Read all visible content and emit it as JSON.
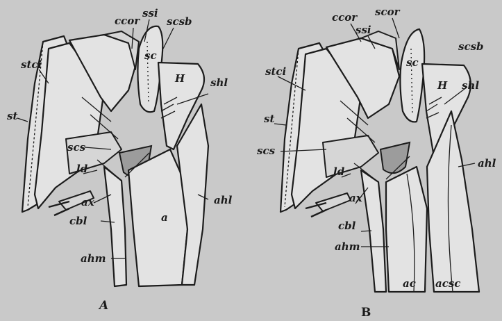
{
  "panel_a": {
    "caption": "A",
    "labels": {
      "ccor": "ccor",
      "ssi": "ssi",
      "scsb": "scsb",
      "stci": "stci",
      "sc": "sc",
      "H": "H",
      "shl": "shl",
      "st": "st",
      "scs": "scs",
      "ld": "ld",
      "ax": "ax",
      "ahl": "ahl",
      "cbl": "cbl",
      "a": "a",
      "ahm": "ahm"
    }
  },
  "panel_b": {
    "caption": "B",
    "labels": {
      "ccor": "ccor",
      "ssi": "ssi",
      "scor": "scor",
      "scsb": "scsb",
      "stci": "stci",
      "sc": "sc",
      "H": "H",
      "shl": "shl",
      "st": "st",
      "scs": "scs",
      "ld": "ld",
      "ax": "ax",
      "ahl": "ahl",
      "cbl": "cbl",
      "ahm": "ahm",
      "ac": "ac",
      "acsc": "acsc"
    }
  },
  "colors": {
    "background": "#c9c9c9",
    "ink": "#1c1c1c"
  }
}
